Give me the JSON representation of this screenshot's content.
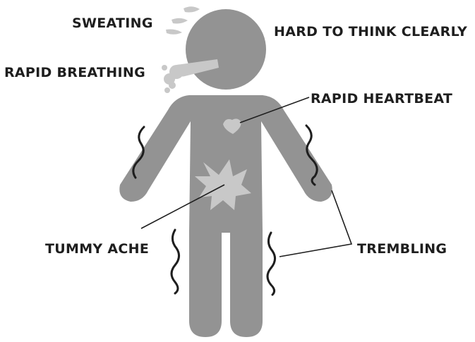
{
  "labels": {
    "sweating": "SWEATING",
    "hard_to_think": "HARD TO THINK CLEARLY",
    "rapid_breathing": "RAPID BREATHING",
    "rapid_heartbeat": "RAPID HEARTBEAT",
    "tummy_ache": "TUMMY ACHE",
    "trembling": "TREMBLING"
  },
  "colors": {
    "body": "#939393",
    "detail": "#c8c8c8",
    "text": "#1e1e1e",
    "line": "#1e1e1e",
    "background": "#ffffff"
  }
}
